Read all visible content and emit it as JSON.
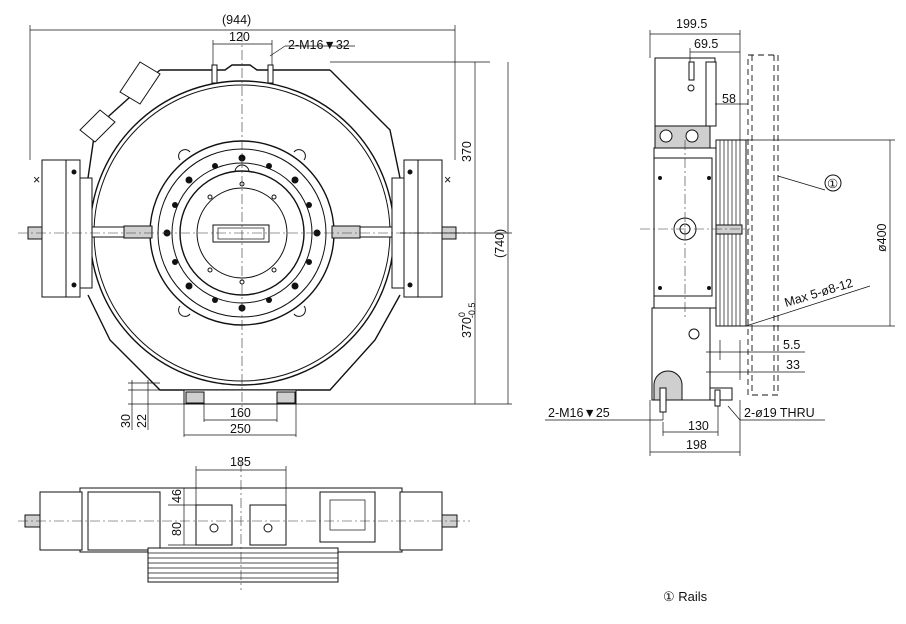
{
  "dimensions": {
    "front_overall_width": "(944)",
    "front_top_slot": "120",
    "front_tap_top": "2-M16",
    "front_tap_top_depth": "32",
    "front_upper_height": "370",
    "front_overall_height": "(740)",
    "front_lower_height": "370",
    "front_lower_tol_upper": "0",
    "front_lower_tol_lower": "-0.5",
    "front_base_160": "160",
    "front_base_250": "250",
    "front_base_30": "30",
    "front_base_22": "22",
    "side_width": "199.5",
    "side_top_offset": "69.5",
    "side_58": "58",
    "side_diameter": "ø400",
    "side_holes": "Max 5-ø8-12",
    "side_5_5": "5.5",
    "side_33": "33",
    "side_thru": "2-ø19 THRU",
    "side_tap": "2-M16",
    "side_tap_depth": "25",
    "side_130": "130",
    "side_198": "198",
    "bottom_185": "185",
    "bottom_46": "46",
    "bottom_80": "80",
    "callout_1": "①"
  },
  "legend": {
    "text": "① Rails"
  }
}
